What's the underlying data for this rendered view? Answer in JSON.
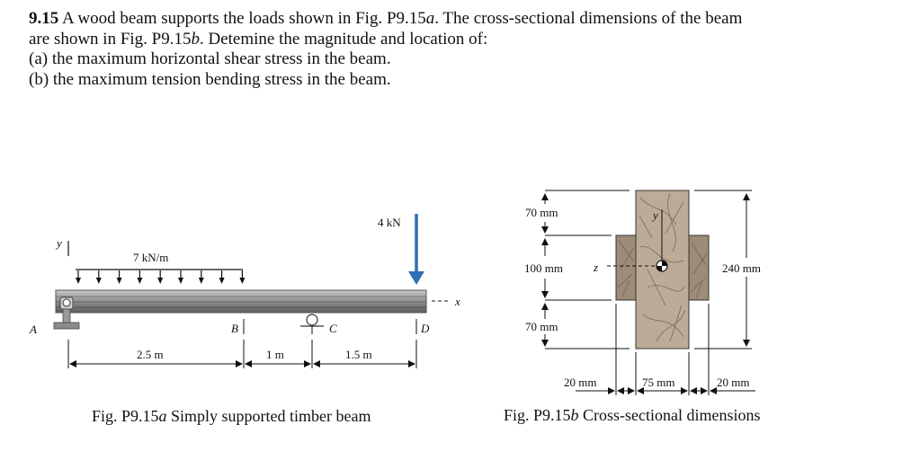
{
  "problem": {
    "number": "9.15",
    "line1_rest": " A wood beam supports the loads shown in Fig. P9.15",
    "line1_sub": "a",
    "line1_end": ". The cross-sectional dimensions of the beam",
    "line2_start": "are shown in Fig. P9.15",
    "line2_sub": "b",
    "line2_end": ". Detemine the magnitude and location of:",
    "part_a": "(a) the maximum horizontal shear stress in the beam.",
    "part_b": "(b) the maximum tension bending stress in the beam."
  },
  "fig_a": {
    "dist_load": "7 kN/m",
    "point_load": "4 kN",
    "axis_y": "y",
    "axis_x": "x",
    "point_A": "A",
    "point_B": "B",
    "point_C": "C",
    "point_D": "D",
    "dim1": "2.5 m",
    "dim2": "1 m",
    "dim3": "1.5 m",
    "caption_start": "Fig. P9.15",
    "caption_sub": "a",
    "caption_end": " Simply supported timber beam"
  },
  "fig_b": {
    "dim_top": "70 mm",
    "dim_mid": "100 mm",
    "dim_bot": "70 mm",
    "dim_height": "240 mm",
    "axis_z": "z",
    "axis_y": "y",
    "width_left": "20 mm",
    "width_mid": "75 mm",
    "width_right": "20 mm",
    "caption_start": "Fig. P9.15",
    "caption_sub": "b",
    "caption_end": " Cross-sectional dimensions"
  },
  "colors": {
    "wood": "#bcab97",
    "wood_dark": "#9c8c78",
    "beam": "#9a9a9a",
    "beam_dark": "#6f6f6f",
    "load_arrow": "#2f6fb4"
  }
}
